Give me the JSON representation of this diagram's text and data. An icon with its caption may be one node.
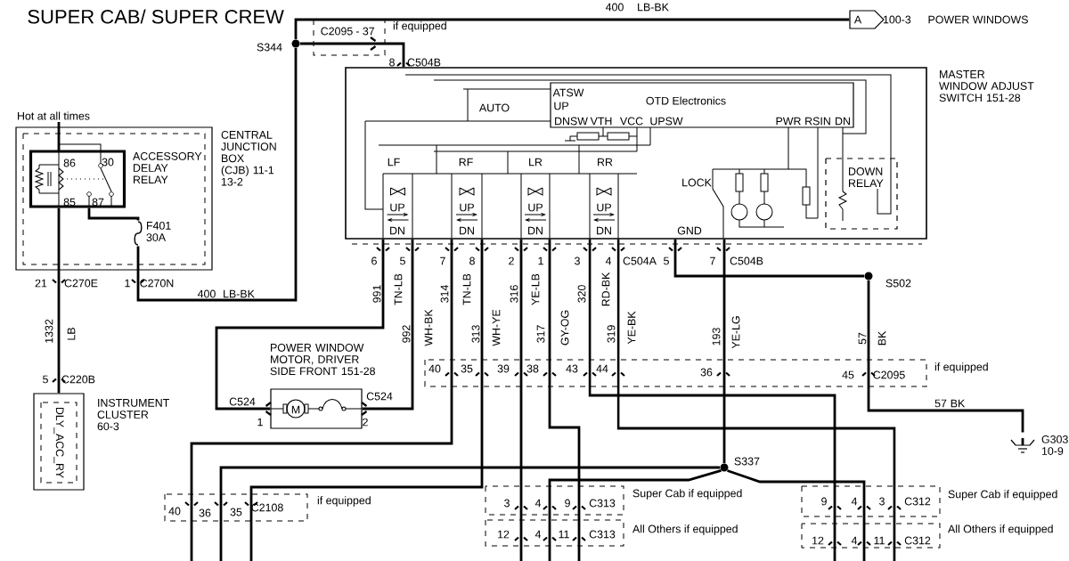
{
  "diagram": {
    "title": "SUPER CAB/ SUPER CREW",
    "nodes": [
      {
        "text": [
          "CENTRAL JUNCTION BOX (CJB) 11-1 13-2"
        ]
      },
      {
        "text": [
          "ACCESSORY DELAY RELAY"
        ],
        "in": 0
      },
      {
        "text": [
          "F401 30A"
        ],
        "in": 0
      },
      {
        "text": [
          "INSTRUMENT CLUSTER 60-3",
          "DLY_ACC_RY"
        ]
      },
      {
        "text": [],
        "shape": "circle",
        "beside": [
          "S344"
        ]
      },
      {
        "text": [
          "A"
        ],
        "beside": [
          "100-3"
        ]
      },
      {
        "text": [
          "MASTER WINDOW ADJUST SWITCH 151-28"
        ]
      },
      {
        "text": [
          "POWER WINDOW MOTOR, DRIVER SIDE FRONT 151-28"
        ]
      },
      {
        "text": [],
        "shape": "circle",
        "beside": [
          "S502"
        ]
      },
      {
        "text": [],
        "shape": "circle",
        "beside": [
          "S337"
        ]
      },
      {
        "text": [
          "G303 10-9"
        ]
      }
    ],
    "edges": [
      {
        "from": 1,
        "to": 3,
        "arrow": "none"
      },
      {
        "from": 2,
        "to": 4,
        "arrow": "none"
      },
      {
        "from": 4,
        "to": 5,
        "arrow": "none"
      },
      {
        "from": 4,
        "to": 6,
        "arrow": "none"
      },
      {
        "from": 6,
        "to": 7,
        "arrow": "none"
      },
      {
        "from": 6,
        "to": 7,
        "arrow": "none"
      },
      {
        "from": 6,
        "to": null,
        "arrow": "none"
      },
      {
        "from": 6,
        "to": null,
        "arrow": "none"
      },
      {
        "from": 6,
        "to": null,
        "arrow": "none"
      },
      {
        "from": 6,
        "to": null,
        "arrow": "none"
      },
      {
        "from": 6,
        "to": null,
        "arrow": "none"
      },
      {
        "from": 6,
        "to": null,
        "arrow": "none"
      },
      {
        "from": 6,
        "to": 8,
        "arrow": "none"
      },
      {
        "from": 6,
        "to": 9,
        "arrow": "none"
      },
      {
        "from": 8,
        "to": 10,
        "arrow": "none"
      },
      {
        "from": 9,
        "to": null,
        "arrow": "none"
      },
      {
        "from": 9,
        "to": null,
        "arrow": "none"
      },
      {
        "from": 9,
        "to": null,
        "arrow": "none"
      },
      {
        "from": 1,
        "to": 2,
        "arrow": "none"
      }
    ],
    "labels": [
      "400",
      "LB-BK",
      "POWER WINDOWS",
      "C2095",
      "- 37",
      "if equipped",
      "8",
      "C504B",
      "AUTO",
      "ATSW",
      "UP",
      "DNSW",
      "VTH",
      "VCC",
      "UPSW",
      "PWR",
      "RSIN",
      "DN",
      "Hot at all times",
      "86",
      "30",
      "85",
      "87",
      "LF",
      "RF",
      "LR",
      "RR",
      "LOCK",
      "UP",
      "UP",
      "UP",
      "UP",
      "DN",
      "DN",
      "DN",
      "DN",
      "GND",
      "21",
      "C270E",
      "1",
      "C270N",
      "6",
      "5",
      "7",
      "8",
      "2",
      "1",
      "3",
      "4",
      "C504A",
      "5",
      "7",
      "C504B",
      "400",
      "LB-BK",
      "991",
      "TN-LB",
      "314",
      "TN-LB",
      "316",
      "YE-LB",
      "320",
      "RD-BK",
      "1332",
      "LB",
      "992",
      "WH-BK",
      "313",
      "WH-YE",
      "317",
      "GY-OG",
      "319",
      "YE-BK",
      "193",
      "YE-LG",
      "57",
      "BK",
      "40",
      "35",
      "39",
      "38",
      "43",
      "44",
      "36",
      "45",
      "C2095",
      "if equipped",
      "5",
      "C220B",
      "C524",
      "C524",
      "1",
      "2",
      "M",
      "57",
      "BK",
      "40",
      "36",
      "35",
      "C2108",
      "if equipped",
      "3",
      "4",
      "9",
      "C313",
      "Super Cab if equipped",
      "9",
      "4",
      "3",
      "C312",
      "Super Cab if equipped",
      "12",
      "4",
      "11",
      "C313",
      "All Others if equipped",
      "12",
      "4",
      "11",
      "C312",
      "All Others if equipped",
      "OTD Electronics",
      "DOWN RELAY"
    ]
  }
}
